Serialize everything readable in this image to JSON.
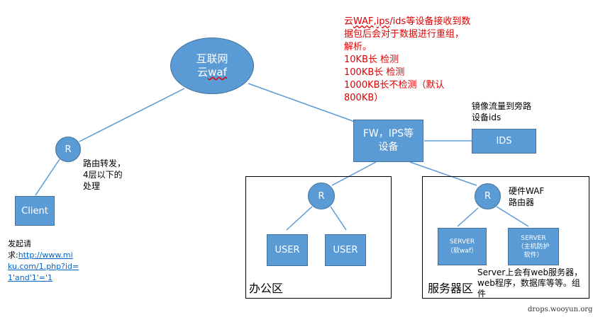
{
  "nodes": {
    "internet_line1": "互联网",
    "internet_line2_prefix": "云",
    "internet_line2_waf": "waf",
    "router_top": "R",
    "client": "Client",
    "fw_line1": "FW，IPS等",
    "fw_line2": "设备",
    "ids": "IDS",
    "router_office": "R",
    "user1": "USER",
    "user2": "USER",
    "router_server": "R",
    "server1_line1": "SERVER",
    "server1_line2": "（软waf）",
    "server2_line1": "SERVER",
    "server2_line2": "（主机防护",
    "server2_line3": "软件）"
  },
  "zones": {
    "office": "办公区",
    "server": "服务器区"
  },
  "notes": {
    "cloud_waf_line1_prefix": "云",
    "cloud_waf_line1_waf": "WAF",
    "cloud_waf_line1_comma": ",",
    "cloud_waf_line1_ips": "ips",
    "cloud_waf_line1_rest": "/ids等设备接收到数",
    "cloud_waf_line2": "据包后会对于数据进行重组，",
    "cloud_waf_line3": "解析。",
    "cloud_waf_line4": "10KB长 检测",
    "cloud_waf_line5": "100KB长 检测",
    "cloud_waf_line6": "1000KB长不检测（默认",
    "cloud_waf_line7": "800KB）",
    "mirror_line1": "镜像流量到旁路",
    "mirror_line2": "设备ids",
    "routing_line1": "路由转发，",
    "routing_line2": "4层以下的",
    "routing_line3": "处理",
    "hardware_line1": "硬件WAF",
    "hardware_line2": "路由器",
    "request_line1": "发起请",
    "request_line2_prefix": "求:",
    "request_link_line1": "http://www.mi",
    "request_link_line2": "ku.com/1.php?id=",
    "request_link_line3": "1'and'1'='1",
    "server_comp_line1": "Server上会有web服务器，",
    "server_comp_line2": "web程序，数据库等等。组",
    "server_comp_line3": "件"
  },
  "watermark": "drops.wooyun.org",
  "colors": {
    "node_fill": "#5b9bd5",
    "node_border": "#41719c",
    "connector": "#5b9bd5",
    "note_red": "#e00000",
    "link_blue": "#0563c1"
  }
}
